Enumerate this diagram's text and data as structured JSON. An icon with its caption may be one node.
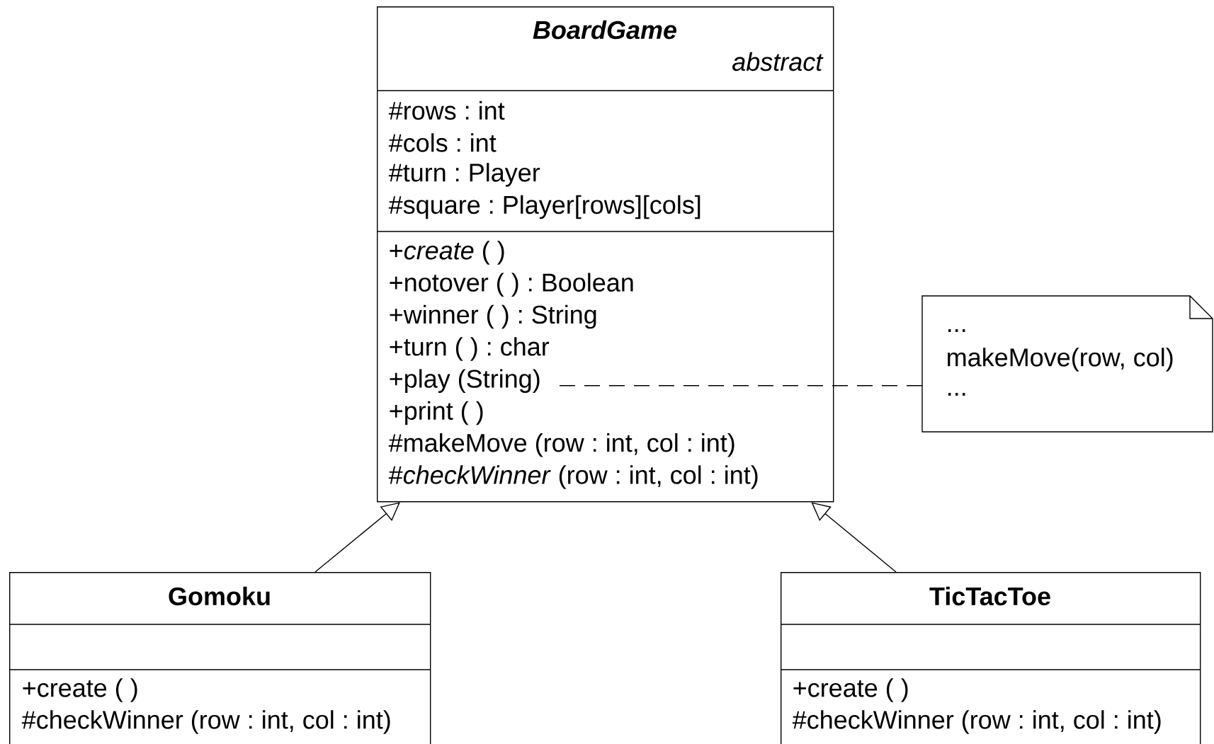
{
  "diagram": {
    "nodes": [
      {
        "text": [
          "BoardGame",
          "abstract",
          "#rows : int",
          "#cols : int",
          "#turn : Player",
          "#square : Player[rows][cols]",
          "+*create* ( )",
          "+notover ( ) : Boolean",
          "+winner ( ) : String",
          "+turn ( ) : char",
          "+play (String)",
          "+print ( )",
          "#makeMove (row : int, col : int)",
          "#*checkWinner* (row : int, col : int)"
        ]
      },
      {
        "text": [
          "Gomoku",
          "+create ( )",
          "#checkWinner (row : int, col : int)"
        ]
      },
      {
        "text": [
          "TicTacToe",
          "+create ( )",
          "#checkWinner (row : int, col : int)"
        ]
      },
      {
        "text": [
          "...",
          "makeMove(row, col)",
          "..."
        ]
      }
    ],
    "edges": [
      {
        "from": 1,
        "to": 0,
        "arrow": "to"
      },
      {
        "from": 2,
        "to": 0,
        "arrow": "to"
      },
      {
        "from": 3,
        "to": 0,
        "arrow": "none",
        "style": "dashed"
      }
    ]
  }
}
